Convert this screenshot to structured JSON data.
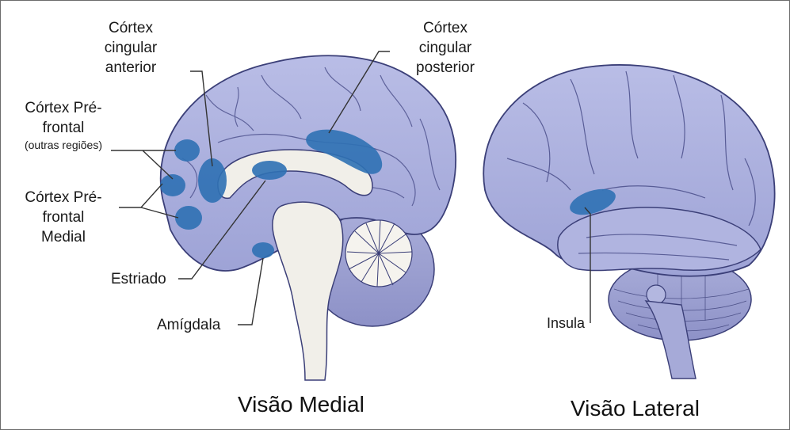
{
  "labels": {
    "anterior_cingulate": [
      "Córtex",
      "cingular",
      "anterior"
    ],
    "posterior_cingulate": [
      "Córtex",
      "cingular",
      "posterior"
    ],
    "pfc_other": [
      "Córtex Pré-",
      "frontal",
      "(outras regiões)"
    ],
    "pfc_medial": [
      "Córtex Pré-",
      "frontal",
      "Medial"
    ],
    "striatum": "Estriado",
    "amygdala": "Amígdala",
    "insula": "Insula"
  },
  "titles": {
    "medial": "Visão Medial",
    "lateral": "Visão Lateral"
  },
  "colors": {
    "cortex": "#b3b7e2",
    "highlight": "#2f71b4",
    "outline": "#3b3f78"
  }
}
